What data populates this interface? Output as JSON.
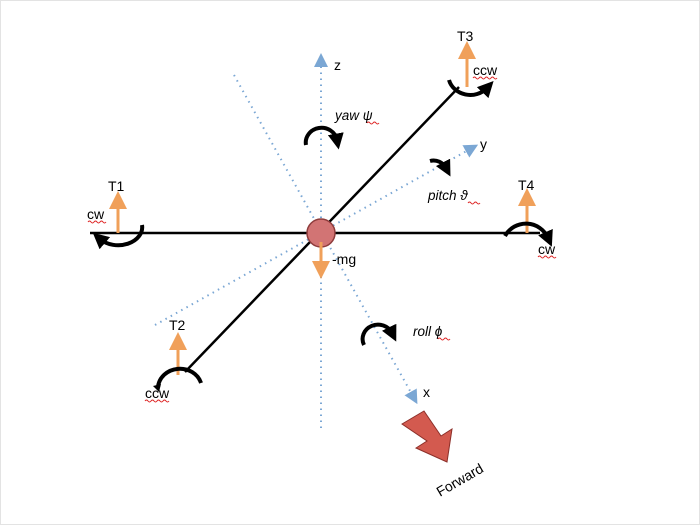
{
  "colors": {
    "axis_dotted": "#7ba7d4",
    "arm": "#000000",
    "thrust": "#f0a05a",
    "center_fill": "#d27474",
    "center_stroke": "#8e3c3c",
    "forward_arrow": "#d35a4f",
    "spell_underline": "#dd2222"
  },
  "labels": {
    "axis_z": "z",
    "axis_y": "y",
    "axis_x": "x",
    "t1": "T1",
    "t2": "T2",
    "t3": "T3",
    "t4": "T4",
    "cw_left": "cw",
    "cw_right": "cw",
    "ccw_top": "ccw",
    "ccw_bottom": "ccw",
    "gravity": "-mg",
    "yaw": "yaw ψ",
    "pitch": "pitch ϑ",
    "roll": "roll ϕ",
    "forward": "Forward"
  },
  "icons": {
    "thrust": "orange-up-arrow-icon",
    "rotation": "curved-arrow-icon",
    "forward": "red-block-arrow-icon"
  }
}
